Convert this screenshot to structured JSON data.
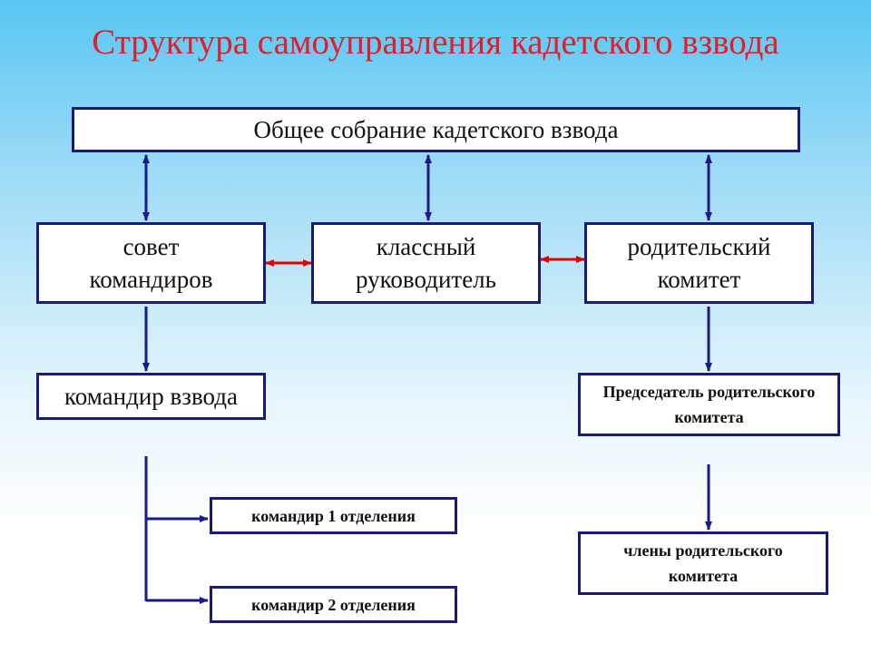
{
  "title": "Структура самоуправления кадетского взвода",
  "colors": {
    "title": "#e31d2b",
    "box_border": "#1a1a7a",
    "arrow_vertical": "#1a1a8a",
    "arrow_horizontal": "#e00000"
  },
  "nodes": {
    "general_assembly": "Общее собрание кадетского взвода",
    "commanders_council": "совет командиров",
    "class_teacher": "классный руководитель",
    "parent_committee": "родительский комитет",
    "platoon_commander": "командир взвода",
    "committee_chairman": "Председатель родительского комитета",
    "squad_1_commander": "командир 1 отделения",
    "squad_2_commander": "командир 2 отделения",
    "committee_members": "члены родительского комитета"
  },
  "edges": [
    {
      "from": "general_assembly",
      "to": "commanders_council",
      "type": "bidirectional"
    },
    {
      "from": "general_assembly",
      "to": "class_teacher",
      "type": "bidirectional"
    },
    {
      "from": "general_assembly",
      "to": "parent_committee",
      "type": "bidirectional"
    },
    {
      "from": "commanders_council",
      "to": "class_teacher",
      "type": "bidirectional"
    },
    {
      "from": "class_teacher",
      "to": "parent_committee",
      "type": "bidirectional"
    },
    {
      "from": "commanders_council",
      "to": "platoon_commander",
      "type": "directed"
    },
    {
      "from": "parent_committee",
      "to": "committee_chairman",
      "type": "directed"
    },
    {
      "from": "platoon_commander",
      "to": "squad_1_commander",
      "type": "directed"
    },
    {
      "from": "platoon_commander",
      "to": "squad_2_commander",
      "type": "directed"
    },
    {
      "from": "committee_chairman",
      "to": "committee_members",
      "type": "directed"
    }
  ]
}
